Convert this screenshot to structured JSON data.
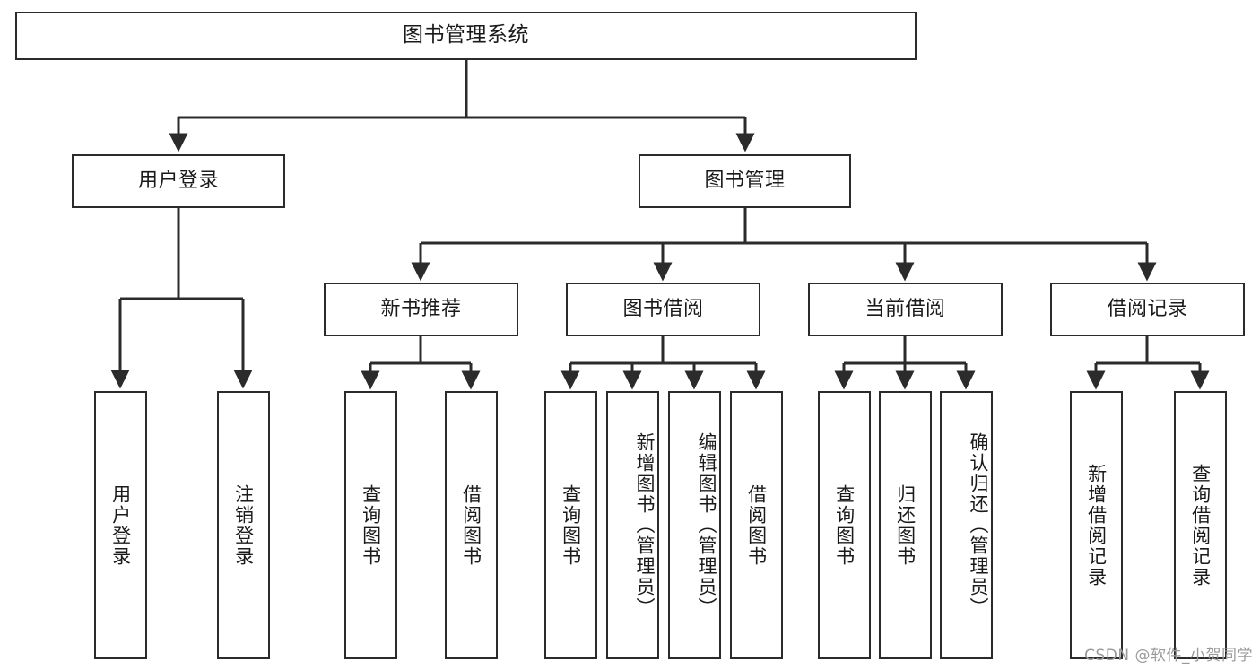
{
  "diagram": {
    "title": "图书管理系统",
    "type": "tree-hierarchy-chart",
    "watermark": "CSDN @软件_小贺同学",
    "colors": {
      "box_border": "#2b2b2b",
      "box_fill": "#ffffff",
      "line": "#2b2b2b",
      "text": "#1a1a1a",
      "watermark": "#9a9a9a",
      "background": "#ffffff"
    },
    "root": {
      "label": "图书管理系统"
    },
    "level2": [
      {
        "label": "用户登录"
      },
      {
        "label": "图书管理"
      }
    ],
    "level3": [
      {
        "label": "新书推荐"
      },
      {
        "label": "图书借阅"
      },
      {
        "label": "当前借阅"
      },
      {
        "label": "借阅记录"
      }
    ],
    "leaves": {
      "user_login": [
        {
          "label": "用户登录"
        },
        {
          "label": "注销登录"
        }
      ],
      "new_book_recommend": [
        {
          "label": "查询图书"
        },
        {
          "label": "借阅图书"
        }
      ],
      "book_borrow": [
        {
          "label": "查询图书"
        },
        {
          "label": "新增图书（管理员）"
        },
        {
          "label": "编辑图书（管理员）"
        },
        {
          "label": "借阅图书"
        }
      ],
      "current_borrow": [
        {
          "label": "查询图书"
        },
        {
          "label": "归还图书"
        },
        {
          "label": "确认归还（管理员）"
        }
      ],
      "borrow_record": [
        {
          "label": "新增借阅记录"
        },
        {
          "label": "查询借阅记录"
        }
      ]
    }
  }
}
